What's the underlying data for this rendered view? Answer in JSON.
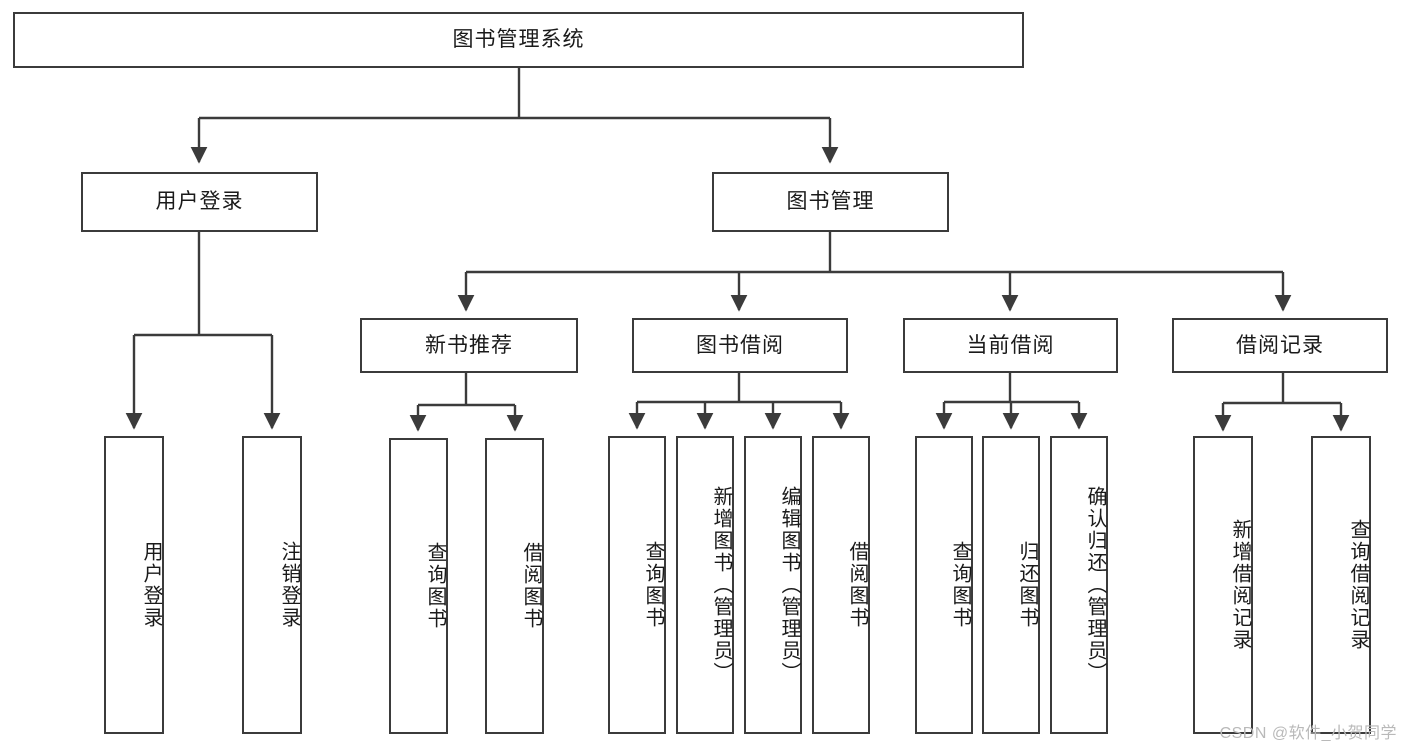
{
  "diagram": {
    "title": "图书管理系统",
    "watermark": "CSDN @软件_小贺同学",
    "colors": {
      "stroke": "#3b3b3b",
      "box_fill": "#ffffff",
      "text": "#1a1a1a",
      "watermark": "#b9b9b9",
      "background": "#ffffff"
    },
    "root": {
      "label": "图书管理系统"
    },
    "level2": [
      {
        "id": "user-login",
        "label": "用户登录"
      },
      {
        "id": "book-manage",
        "label": "图书管理"
      }
    ],
    "level3": [
      {
        "id": "new-book-recommend",
        "label": "新书推荐"
      },
      {
        "id": "book-borrow",
        "label": "图书借阅"
      },
      {
        "id": "current-borrow",
        "label": "当前借阅"
      },
      {
        "id": "borrow-record",
        "label": "借阅记录"
      }
    ],
    "leaves": {
      "user_login": [
        {
          "id": "leaf-user-login",
          "label": "用户登录"
        },
        {
          "id": "leaf-logout-login",
          "label": "注销登录"
        }
      ],
      "new_book_recommend": [
        {
          "id": "leaf-query-book-1",
          "label": "查询图书"
        },
        {
          "id": "leaf-borrow-book-1",
          "label": "借阅图书"
        }
      ],
      "book_borrow": [
        {
          "id": "leaf-query-book-2",
          "label": "查询图书"
        },
        {
          "id": "leaf-add-book",
          "label": "新增图书（管理员）"
        },
        {
          "id": "leaf-edit-book",
          "label": "编辑图书（管理员）"
        },
        {
          "id": "leaf-borrow-book-2",
          "label": "借阅图书"
        }
      ],
      "current_borrow": [
        {
          "id": "leaf-query-book-3",
          "label": "查询图书"
        },
        {
          "id": "leaf-return-book",
          "label": "归还图书"
        },
        {
          "id": "leaf-confirm-return",
          "label": "确认归还（管理员）"
        }
      ],
      "borrow_record": [
        {
          "id": "leaf-add-record",
          "label": "新增借阅记录"
        },
        {
          "id": "leaf-query-record",
          "label": "查询借阅记录"
        }
      ]
    }
  }
}
